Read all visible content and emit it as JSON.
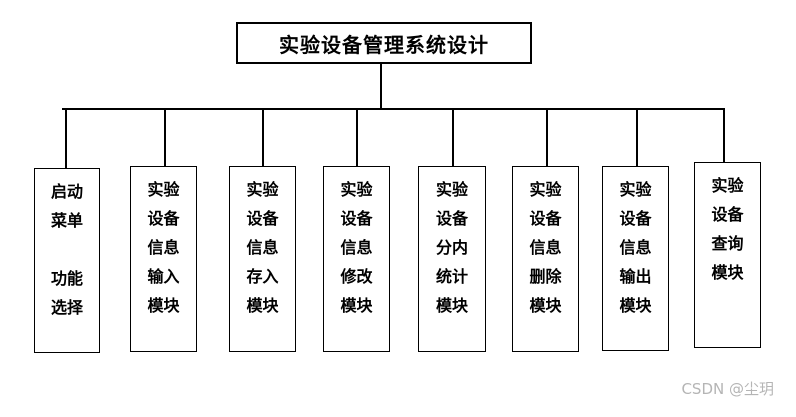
{
  "title": "实验设备管理系统设计",
  "modules": [
    {
      "label": "启动\n菜单\n\n功能\n选择"
    },
    {
      "label": "实验\n设备\n信息\n输入\n模块"
    },
    {
      "label": "实验\n设备\n信息\n存入\n模块"
    },
    {
      "label": "实验\n设备\n信息\n修改\n模块"
    },
    {
      "label": "实验\n设备\n分内\n统计\n模块"
    },
    {
      "label": "实验\n设备\n信息\n删除\n模块"
    },
    {
      "label": "实验\n设备\n信息\n输出\n模块"
    },
    {
      "label": "实验\n设备\n查询\n模块"
    }
  ],
  "watermark": "CSDN @尘玥"
}
